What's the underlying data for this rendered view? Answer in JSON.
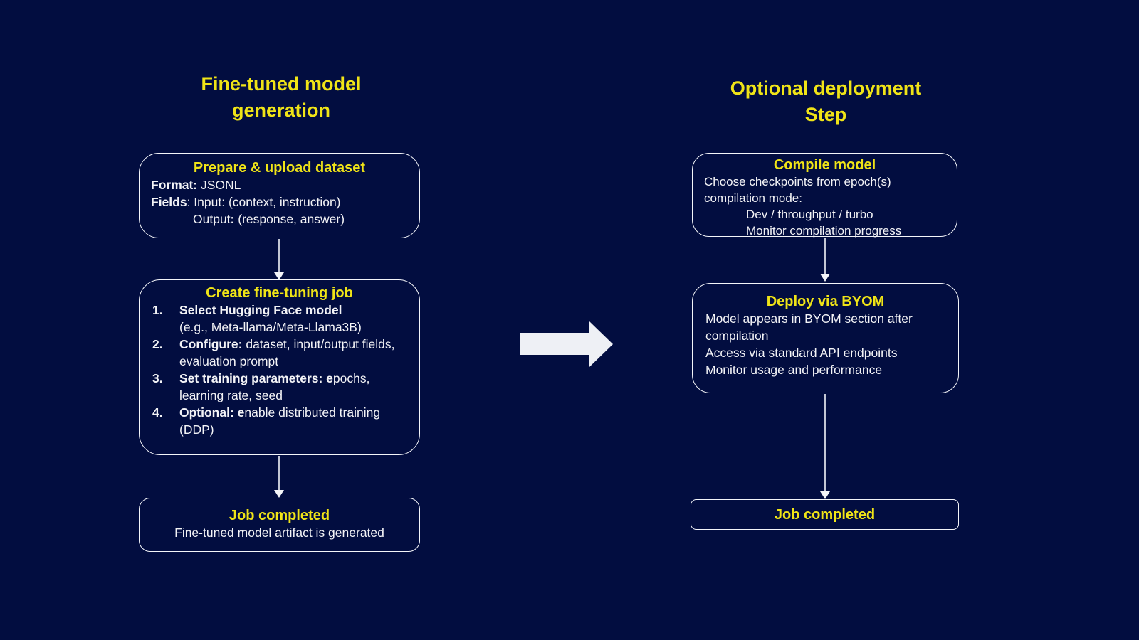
{
  "colors": {
    "background": "#020d40",
    "accent_yellow": "#f0e417",
    "body_text": "#f3f3f6",
    "box_border": "#f4f5f9",
    "arrow_fill": "#eef0f5"
  },
  "left": {
    "title_lines": [
      "Fine-tuned model",
      "generation"
    ],
    "box_prepare": {
      "heading": "Prepare & upload dataset",
      "format_label": "Format:",
      "format_value": " JSONL",
      "fields_label": "Fields",
      "fields_value": ": Input: (context, instruction)",
      "output_label": "Output",
      "output_colon": ":",
      "output_value": " (response, answer)"
    },
    "box_create": {
      "heading": "Create fine-tuning job",
      "items": [
        {
          "num": "1.",
          "bold": "Select Hugging Face model",
          "rest": "(e.g., Meta-llama/Meta-Llama3B)"
        },
        {
          "num": "2.",
          "bold": "Configure:",
          "rest": " dataset, input/output fields, evaluation prompt"
        },
        {
          "num": "3.",
          "bold": "Set training parameters: e",
          "rest": "pochs, learning rate, seed"
        },
        {
          "num": "4.",
          "bold": "Optional: e",
          "rest": "nable distributed training (DDP)"
        }
      ]
    },
    "box_done": {
      "heading": "Job completed",
      "line": "Fine-tuned model artifact is generated"
    }
  },
  "right": {
    "title_lines": [
      "Optional deployment",
      "Step"
    ],
    "box_compile": {
      "heading": "Compile model",
      "line1": "Choose checkpoints from epoch(s)",
      "line2": "compilation mode:",
      "indent1": "Dev / throughput / turbo",
      "indent2": "Monitor compilation progress"
    },
    "box_deploy": {
      "heading": "Deploy via BYOM",
      "line1": "Model appears in BYOM section after compilation",
      "line2": "Access via standard API endpoints",
      "line3": "Monitor usage and performance"
    },
    "box_done": {
      "heading": "Job completed"
    }
  }
}
